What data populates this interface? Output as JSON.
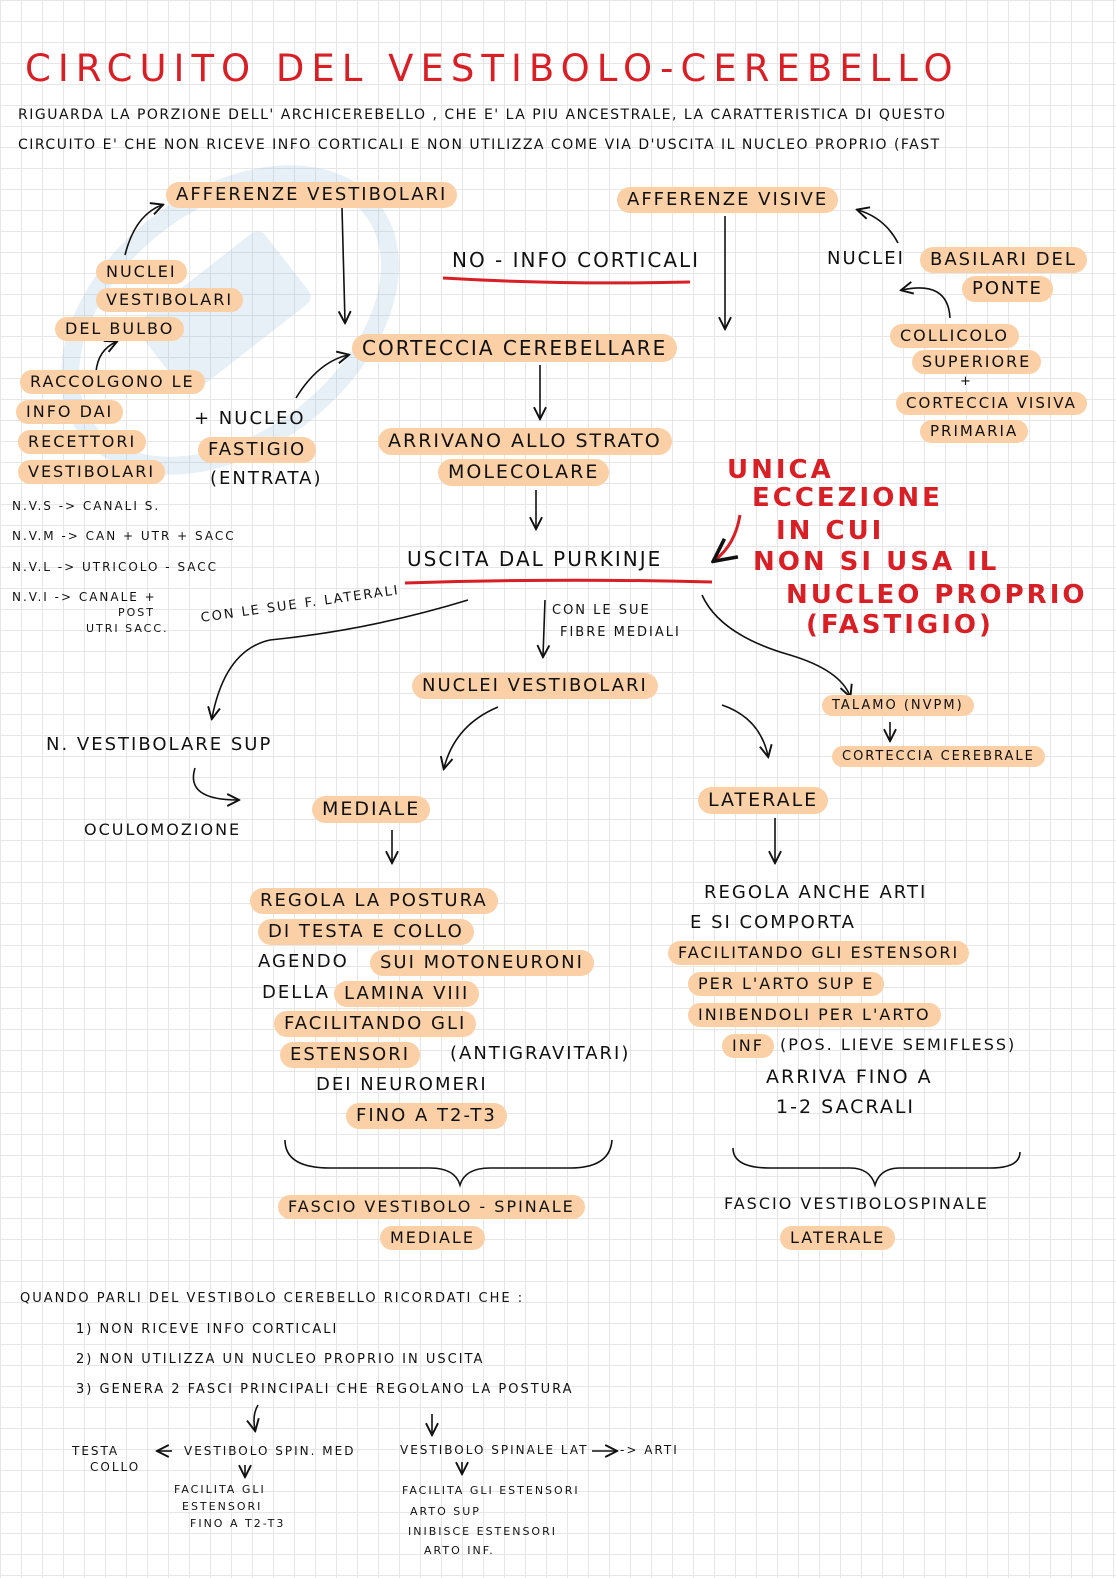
{
  "title": "CIRCUITO DEL VESTIBOLO-CEREBELLO",
  "intro": [
    "RIGUARDA LA PORZIONE DELL' ARCHICEREBELLO , CHE E' LA PIU ANCESTRALE, LA CARATTERISTICA DI QUESTO",
    "CIRCUITO E' CHE NON RICEVE INFO CORTICALI E NON UTILIZZA COME VIA D'USCITA IL NUCLEO PROPRIO (FAST"
  ],
  "afferenze_vestibolari": "AFFERENZE VESTIBOLARI",
  "afferenze_visive": "AFFERENZE VISIVE",
  "no_info": "NO - INFO CORTICALI",
  "nuclei_vest_bulbo": [
    "NUCLEI",
    "VESTIBOLARI",
    "DEL BULBO"
  ],
  "raccolgono": [
    "RACCOLGONO LE",
    "INFO DAI",
    "RECETTORI",
    "VESTIBOLARI"
  ],
  "nuclei_basilari": [
    "NUCLEI",
    "BASILARI DEL",
    "PONTE"
  ],
  "collicolo": [
    "COLLICOLO",
    "SUPERIORE",
    "+",
    "CORTECCIA VISIVA",
    "PRIMARIA"
  ],
  "corteccia_cerebellare": "CORTECCIA CEREBELLARE",
  "nucleo_fastigio": [
    "+ NUCLEO",
    "FASTIGIO",
    "(ENTRATA)"
  ],
  "arrivano": [
    "ARRIVANO ALLO STRATO",
    "MOLECOLARE"
  ],
  "uscita_purkinje": "USCITA DAL PURKINJE",
  "eccezione": [
    "UNICA",
    "ECCEZIONE",
    "IN CUI",
    "NON SI USA IL",
    "NUCLEO PROPRIO",
    "(FASTIGIO)"
  ],
  "abbreviazioni": [
    "N.V.S -> CANALI S.",
    "N.V.M -> CAN + UTR + SACC",
    "N.V.L -> UTRICOLO - SACC",
    "N.V.I -> CANALE +",
    "POST",
    "UTRI SACC."
  ],
  "fibre_laterali": "CON LE SUE F. LATERALI",
  "fibre_mediali": [
    "CON LE SUE",
    "FIBRE MEDIALI"
  ],
  "nuclei_vestibolari": "NUCLEI VESTIBOLARI",
  "talamo": "TALAMO (NVPM)",
  "corteccia_cerebrale": "CORTECCIA CEREBRALE",
  "n_vest_sup": "N. VESTIBOLARE SUP",
  "oculomozione": "OCULOMOZIONE",
  "mediale": "MEDIALE",
  "laterale": "LATERALE",
  "mediale_desc": [
    "REGOLA LA POSTURA",
    "DI TESTA E COLLO",
    "AGENDO",
    "SUI MOTONEURONI",
    "DELLA",
    "LAMINA VIII",
    "FACILITANDO GLI",
    "ESTENSORI",
    "(ANTIGRAVITARI)",
    "DEI NEUROMERI",
    "FINO A T2-T3"
  ],
  "laterale_desc": [
    "REGOLA ANCHE ARTI",
    "E SI COMPORTA",
    "FACILITANDO GLI ESTENSORI",
    "PER L'ARTO SUP E",
    "INIBENDOLI PER L'ARTO",
    "INF",
    "(POS. LIEVE SEMIFLESS)",
    "ARRIVA FINO A",
    "1-2 SACRALI"
  ],
  "fascio_mediale": [
    "FASCIO VESTIBOLO - SPINALE",
    "MEDIALE"
  ],
  "fascio_laterale": [
    "FASCIO VESTIBOLOSPINALE",
    "LATERALE"
  ],
  "summary": {
    "head": "QUANDO PARLI DEL VESTIBOLO CEREBELLO RICORDATI CHE :",
    "items": [
      "1) NON RICEVE INFO CORTICALI",
      "2) NON UTILIZZA UN NUCLEO PROPRIO IN USCITA",
      "3) GENERA 2 FASCI PRINCIPALI CHE REGOLANO LA POSTURA"
    ],
    "testa_collo": [
      "TESTA",
      "COLLO"
    ],
    "vest_spin_med": "VESTIBOLO SPIN. MED",
    "vest_spin_lat": "VESTIBOLO SPINALE LAT",
    "arti": "-> ARTI",
    "left_desc": [
      "FACILITA GLI",
      "ESTENSORI",
      "FINO A T2-T3"
    ],
    "right_desc": [
      "FACILITA GLI ESTENSORI",
      "ARTO SUP",
      "INIBISCE ESTENSORI",
      "ARTO INF."
    ]
  },
  "colors": {
    "highlight": "#fbd0a6",
    "red": "#d81f26",
    "ink": "#111111",
    "grid": "#e6e6e6"
  }
}
